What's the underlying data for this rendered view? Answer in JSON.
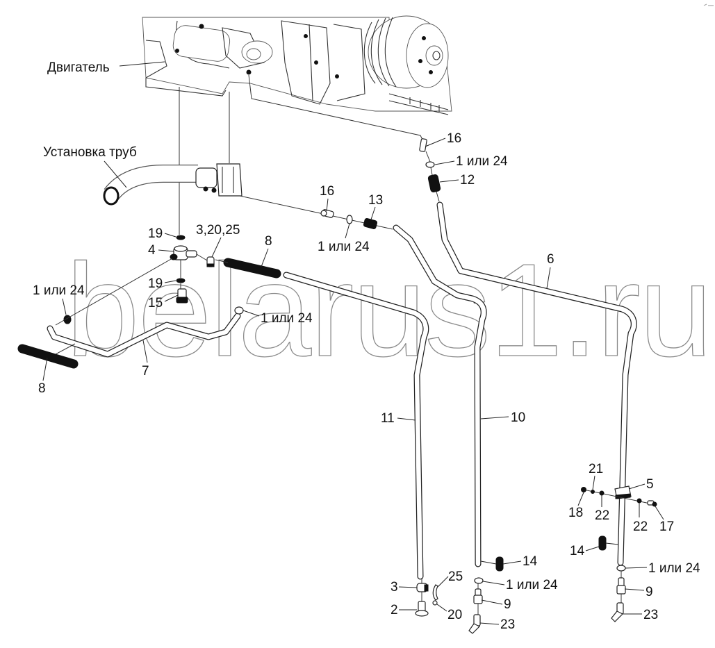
{
  "diagram": {
    "title": "Установка труб — схема деталей",
    "watermark": "belarus1.ru",
    "callouts": {
      "engine": "Двигатель",
      "pipe_install": "Установка труб",
      "p16_top": "16",
      "p1or24_top": "1 или 24",
      "p12": "12",
      "p16_mid": "16",
      "p13": "13",
      "p1or24_mid": "1 или 24",
      "p19_top": "19",
      "p3_20_25": "3,20,25",
      "p8_top": "8",
      "p4": "4",
      "p19_bot": "19",
      "p15": "15",
      "p1or24_left": "1 или 24",
      "p1or24_center": "1 или 24",
      "p8_bot": "8",
      "p7": "7",
      "p6": "6",
      "p11": "11",
      "p10": "10",
      "p21": "21",
      "p5": "5",
      "p18": "18",
      "p22_left": "22",
      "p22_right": "22",
      "p17": "17",
      "p14_mid": "14",
      "p14_right": "14",
      "p3_bot": "3",
      "p25": "25",
      "p2": "2",
      "p20": "20",
      "p1or24_b10": "1 или 24",
      "p9_b10": "9",
      "p23_b10": "23",
      "p1or24_b6": "1 или 24",
      "p9_b6": "9",
      "p23_b6": "23"
    }
  }
}
